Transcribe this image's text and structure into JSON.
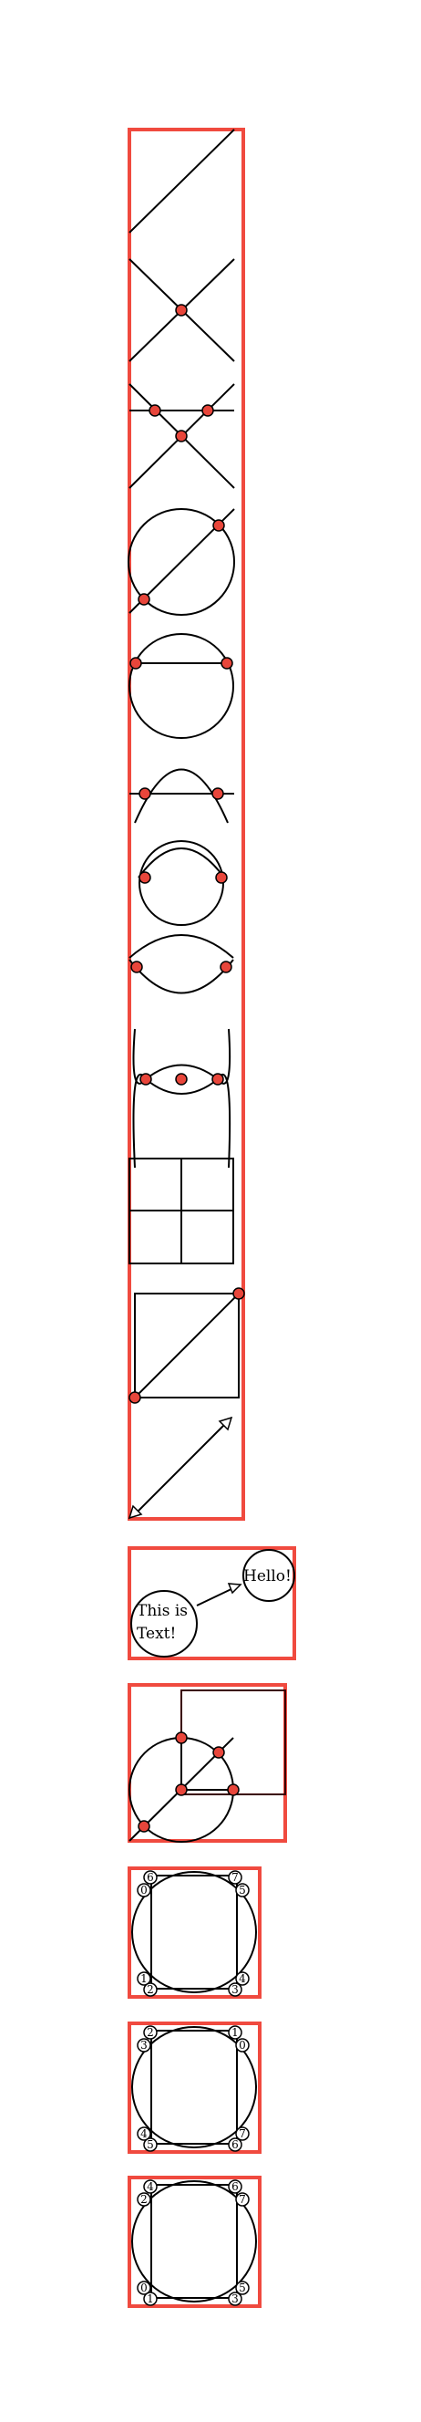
{
  "bubbles": {
    "left_line1": "This is",
    "left_line2": "Text!",
    "right": "Hello!"
  },
  "corner_labels": {
    "diagram_1": [
      "6",
      "7",
      "0",
      "5",
      "1",
      "4",
      "2",
      "3"
    ],
    "diagram_2": [
      "2",
      "1",
      "3",
      "0",
      "4",
      "7",
      "5",
      "6"
    ],
    "diagram_3": [
      "4",
      "6",
      "2",
      "7",
      "0",
      "5",
      "1",
      "3"
    ]
  },
  "colors": {
    "frame": "#f04a3f",
    "intersection_point": "#e8463b"
  }
}
